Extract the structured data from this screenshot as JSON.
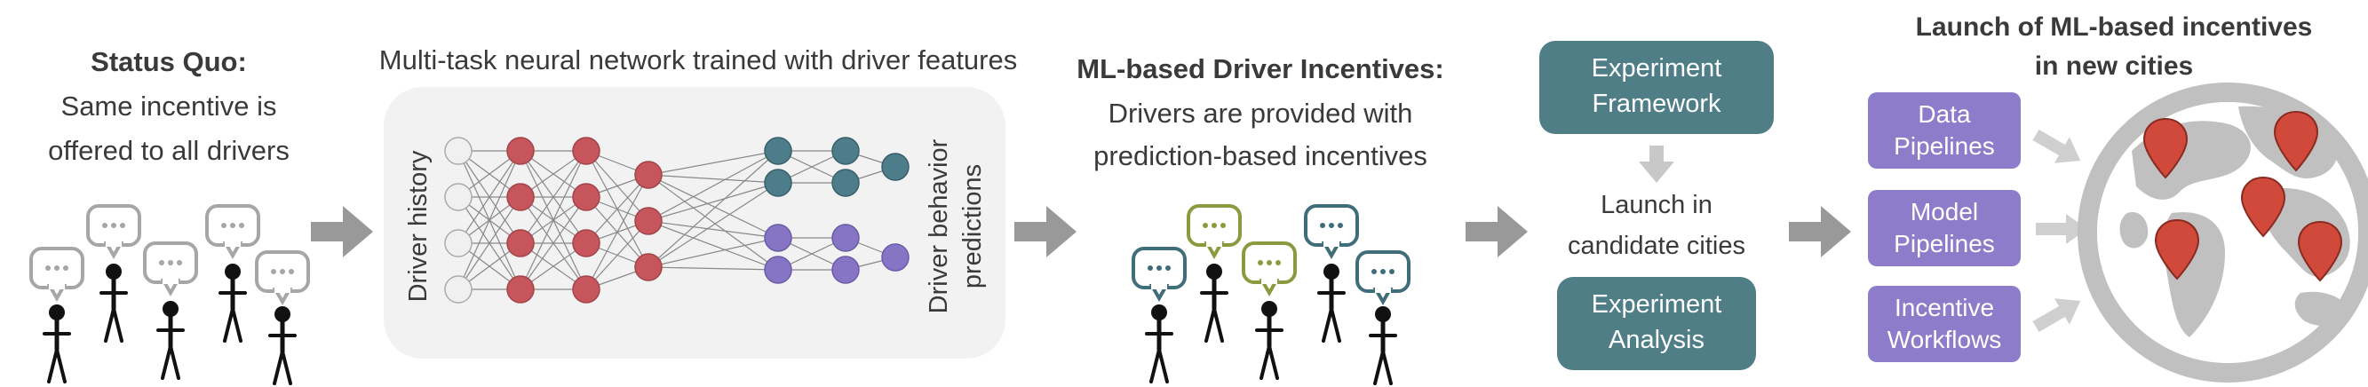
{
  "status_quo": {
    "title": "Status Quo:",
    "line1": "Same incentive is",
    "line2": "offered to all drivers"
  },
  "network": {
    "title": "Multi-task neural network trained with driver features",
    "input_label": "Driver history",
    "output_label_line1": "Driver behavior",
    "output_label_line2": "predictions"
  },
  "ml_incentives": {
    "title": "ML-based Driver Incentives:",
    "line1": "Drivers are provided with",
    "line2": "prediction-based incentives"
  },
  "experiment": {
    "framework_line1": "Experiment",
    "framework_line2": "Framework",
    "launch_line1": "Launch in",
    "launch_line2": "candidate cities",
    "analysis_line1": "Experiment",
    "analysis_line2": "Analysis"
  },
  "launch": {
    "title_line1": "Launch of ML-based incentives",
    "title_line2": "in new cities",
    "data_line1": "Data",
    "data_line2": "Pipelines",
    "model_line1": "Model",
    "model_line2": "Pipelines",
    "incentive_line1": "Incentive",
    "incentive_line2": "Workflows"
  },
  "colors": {
    "teal_box": "#4f7e87",
    "purple_box": "#8c7cc9",
    "arrow_gray": "#999999",
    "node_red": "#c7555c",
    "node_teal": "#4d7d8a",
    "node_purple": "#8575c4",
    "node_white": "#f0f0f0",
    "bubble_gray": "#a6a6a6",
    "bubble_olive": "#8b9a3f",
    "bubble_teal": "#3f6e7a",
    "pin_red": "#d1493a",
    "globe_gray": "#c0c0c0"
  }
}
